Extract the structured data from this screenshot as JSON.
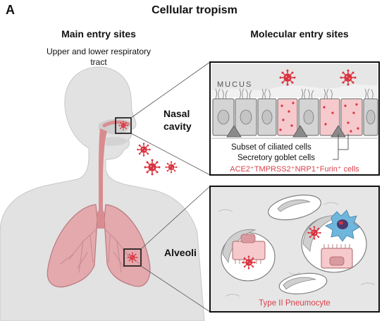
{
  "panel_letter": "A",
  "title": "Cellular tropism",
  "left_column": {
    "heading": "Main entry sites",
    "subheading": "Upper and lower respiratory tract"
  },
  "right_column": {
    "heading": "Molecular entry sites"
  },
  "nasal": {
    "label": "Nasal cavity",
    "mucus_label": "MUCUS",
    "ciliated_cells_label": "Subset of ciliated cells",
    "goblet_cells_label": "Secretory goblet cells",
    "receptor_label": "ACE2⁺TMPRSS2⁺NRP1⁺Furin⁺ cells"
  },
  "alveoli": {
    "label": "Alveoli",
    "cell_label": "Type II Pneumocyte"
  },
  "colors": {
    "virus": "#d9343f",
    "highlight_text": "#d9404a",
    "lung": "#e3a9ad",
    "body": "#e2e2e2",
    "airway": "#d98c8f",
    "infected_cell": "#f6c9cc"
  }
}
